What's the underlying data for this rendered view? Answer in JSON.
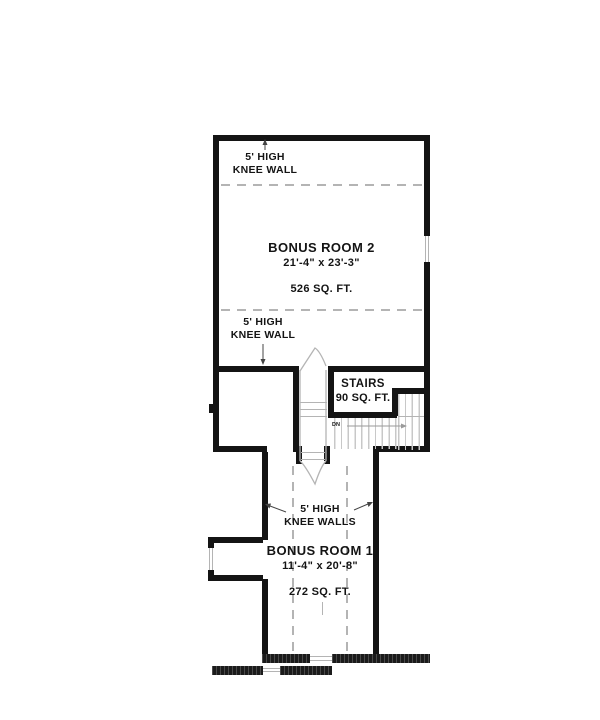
{
  "plan": {
    "upper_room": {
      "name": "BONUS ROOM 2",
      "dimensions": "21'-4\" x 23'-3\"",
      "area": "526 SQ. FT."
    },
    "lower_room": {
      "name": "BONUS ROOM 1",
      "dimensions": "11'-4\" x 20'-8\"",
      "area": "272 SQ. FT."
    },
    "stairs": {
      "name": "STAIRS",
      "area": "90 SQ. FT.",
      "direction_label": "DN"
    },
    "knee_wall_top": {
      "line1": "5' HIGH",
      "line2": "KNEE WALL"
    },
    "knee_wall_mid": {
      "line1": "5' HIGH",
      "line2": "KNEE WALL"
    },
    "knee_wall_bottom": {
      "line1": "5' HIGH",
      "line2": "KNEE WALLS"
    }
  },
  "colors": {
    "wall": "#141414",
    "dash": "#b4b4b4",
    "tread": "#c8c8c8",
    "text": "#141414",
    "background": "#ffffff"
  }
}
